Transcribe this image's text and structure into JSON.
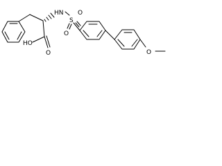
{
  "molecule": {
    "atom_labels": {
      "nh": "HN",
      "sulfur": "S",
      "sulfonyl_oxygen_left": "O",
      "sulfonyl_oxygen_right": "O",
      "acid_hydroxyl": "HO",
      "carbonyl_oxygen": "O",
      "ether_oxygen": "O"
    }
  },
  "colors": {
    "bond": "#000000",
    "text": "#000000",
    "background": "#ffffff"
  }
}
